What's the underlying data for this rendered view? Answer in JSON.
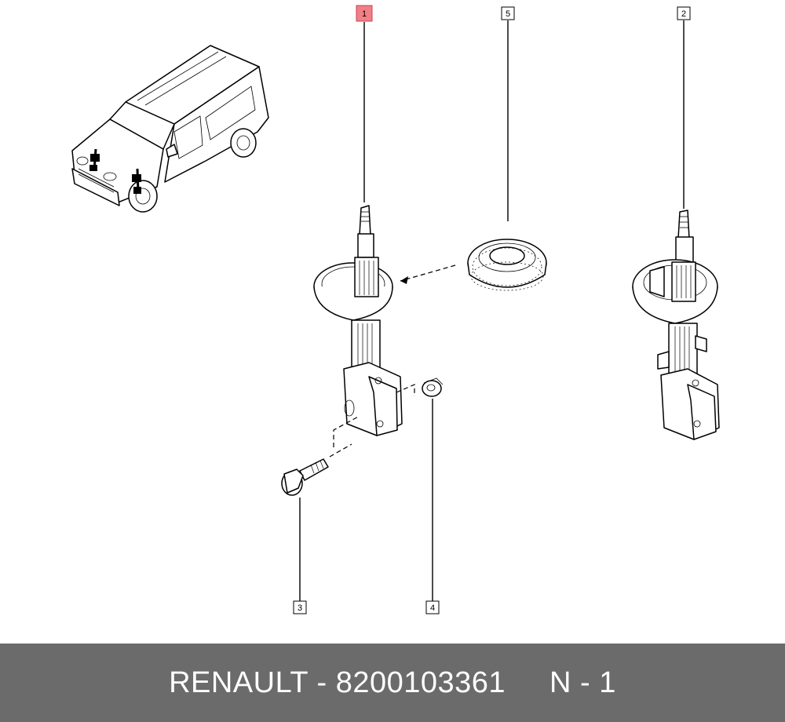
{
  "callouts": {
    "c1": "1",
    "c2": "2",
    "c3": "3",
    "c4": "4",
    "c5": "5"
  },
  "colors": {
    "highlight": "#f27f86",
    "footer_bg": "#6b6b6b",
    "footer_text": "#ffffff"
  },
  "footer": {
    "brand_part": "RENAULT - 8200103361",
    "quantity": "N - 1"
  }
}
